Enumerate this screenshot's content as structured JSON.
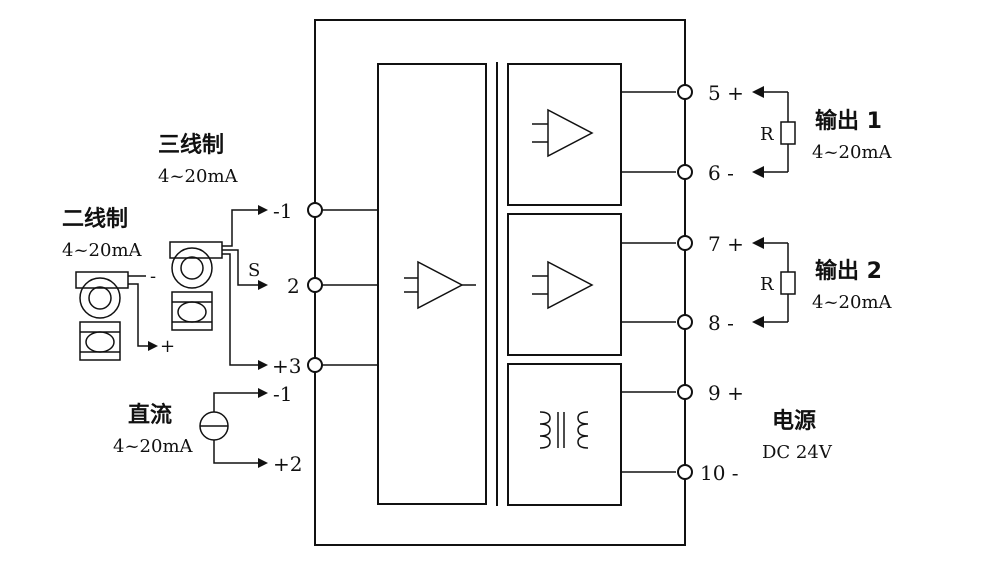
{
  "terminals": {
    "t1": "-1",
    "t2": "2",
    "t3": "+3",
    "t5": "5 +",
    "t6": "6 -",
    "t7": "7 +",
    "t8": "8 -",
    "t9": "9 +",
    "t10": "10 -"
  },
  "left": {
    "three_wire_title": "三线制",
    "three_wire_range": "4~20mA",
    "two_wire_title": "二线制",
    "two_wire_range": "4~20mA",
    "signal_label": "S",
    "minus_label": "-",
    "plus_label": "+",
    "dc_title": "直流",
    "dc_range": "4~20mA",
    "dc_minus": "-1",
    "dc_plus": "+2"
  },
  "right": {
    "out1_title": "输出 1",
    "out1_range": "4~20mA",
    "out2_title": "输出 2",
    "out2_range": "4~20mA",
    "r1_label": "R",
    "r2_label": "R",
    "power_title": "电源",
    "power_value": "DC 24V"
  }
}
